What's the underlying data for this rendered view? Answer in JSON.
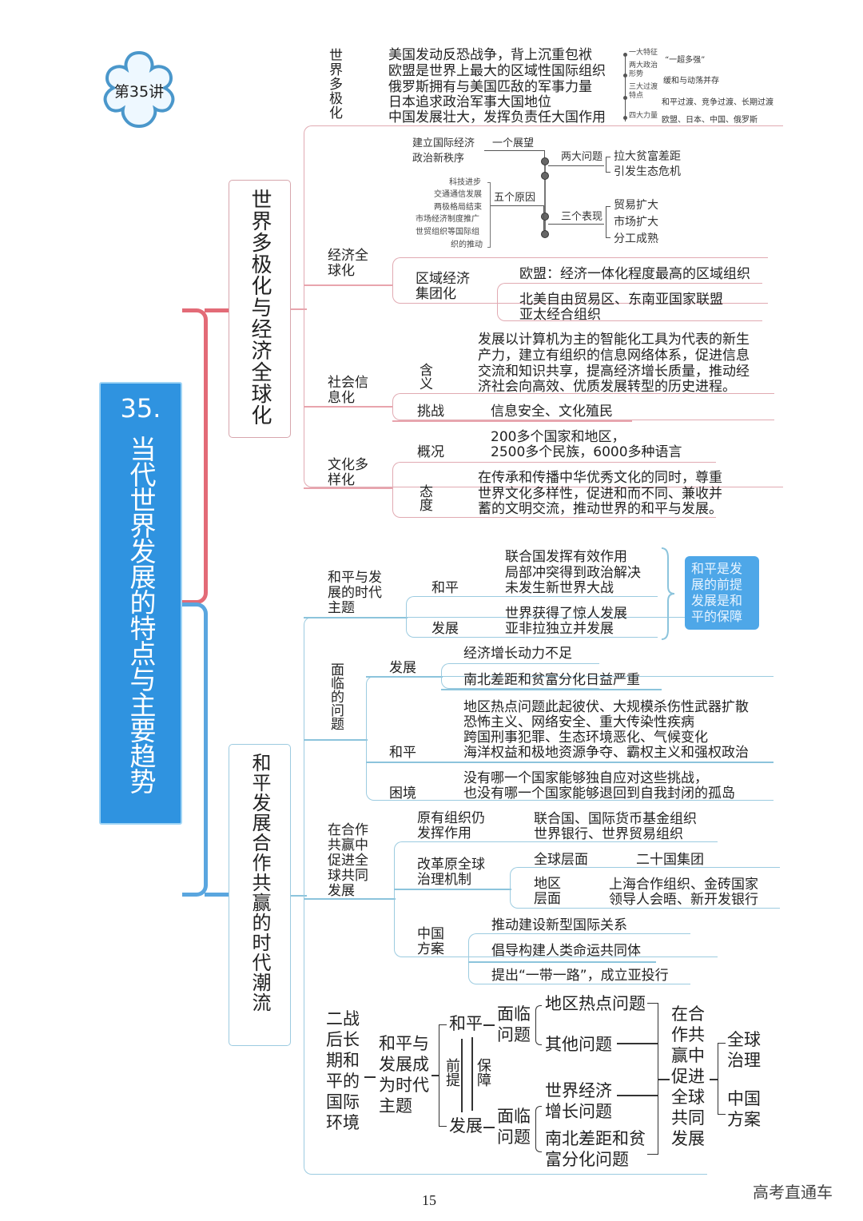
{
  "lecture_badge": "第35讲",
  "main_title": "35.当代世界发展的特点与主要趋势",
  "colors": {
    "title_bg": "#2f93e0",
    "branch1": "#e36b77",
    "branch2": "#5aa6df",
    "note_bg": "#4ea7e8"
  },
  "branch1": {
    "title": "世界多极化与经济全球化",
    "multipolar": {
      "label": "世界多极化",
      "items": [
        "美国发动反恐战争，背上沉重包袱",
        "欧盟是世界上最大的区域性国际组织",
        "俄罗斯拥有与美国匹敌的军事力量",
        "日本追求政治军事大国地位",
        "中国发展壮大，发挥负责任大国作用"
      ],
      "side": [
        {
          "k": "一大特征",
          "v": "“一超多强”"
        },
        {
          "k": "两大政治形势",
          "v": "缓和与动荡并存"
        },
        {
          "k": "三大过渡特点",
          "v": "和平过渡、竞争过渡、长期过渡"
        },
        {
          "k": "四大力量",
          "v": "欧盟、日本、中国、俄罗斯"
        }
      ]
    },
    "globalization": {
      "label": "经济全球化",
      "outlook_text": "建立国际经济政治新秩序",
      "outlook_label": "一个展望",
      "problems_label": "两大问题",
      "problems": [
        "拉大贫富差距",
        "引发生态危机"
      ],
      "reasons": [
        "科技进步",
        "交通通信发展",
        "两极格局结束",
        "市场经济制度推广",
        "世贸组织等国际组",
        "织的推动"
      ],
      "reasons_label": "五个原因",
      "manifest_label": "三个表现",
      "manifest": [
        "贸易扩大",
        "市场扩大",
        "分工成熟"
      ],
      "regional_label": "区域经济集团化",
      "regional": [
        "欧盟：经济一体化程度最高的区域组织",
        "北美自由贸易区、东南亚国家联盟",
        "亚太经合组织"
      ]
    },
    "informatization": {
      "label": "社会信息化",
      "meaning_label": "含义",
      "meaning": [
        "发展以计算机为主的智能化工具为代表的新生",
        "产力，建立有组织的信息网络体系，促进信息",
        "交流和知识共享，提高经济增长质量，推动经",
        "济社会向高效、优质发展转型的历史进程。"
      ],
      "challenge_label": "挑战",
      "challenge": "信息安全、文化殖民"
    },
    "culture": {
      "label": "文化多样化",
      "overview_label": "概况",
      "overview": [
        "200多个国家和地区，",
        "2500多个民族，6000多种语言"
      ],
      "attitude_label": "态度",
      "attitude": [
        "在传承和传播中华优秀文化的同时，尊重",
        "世界文化多样性，促进和而不同、兼收并",
        "蓄的文明交流，推动世界的和平与发展。"
      ]
    }
  },
  "branch2": {
    "title": "和平发展合作共赢的时代潮流",
    "theme": {
      "label": "和平与发展的时代主题",
      "peace_label": "和平",
      "peace": [
        "联合国发挥有效作用",
        "局部冲突得到政治解决",
        "未发生新世界大战"
      ],
      "dev_label": "发展",
      "dev": [
        "世界获得了惊人发展",
        "亚非拉独立并发展"
      ],
      "note": "和平是发展的前提发展是和平的保障"
    },
    "problems": {
      "label": "面临的问题",
      "dev_label": "发展",
      "dev": [
        "经济增长动力不足",
        "南北差距和贫富分化日益严重"
      ],
      "peace_label": "和平",
      "peace": [
        "地区热点问题此起彼伏、大规模杀伤性武器扩散",
        "恐怖主义、网络安全、重大传染性疾病",
        "跨国刑事犯罪、生态环境恶化、气候变化",
        "海洋权益和极地资源争夺、霸权主义和强权政治"
      ],
      "dilemma_label": "困境",
      "dilemma": [
        "没有哪一个国家能够独自应对这些挑战，",
        "也没有哪一个国家能够退回到自我封闭的孤岛"
      ]
    },
    "cooperation": {
      "label": "在合作共赢中促进全球共同发展",
      "orig_label": "原有组织仍发挥作用",
      "orig": [
        "联合国、国际货币基金组织",
        "世界银行、世界贸易组织"
      ],
      "reform_label": "改革原全球治理机制",
      "global_label": "全球层面",
      "global": "二十国集团",
      "region_label": "地区层面",
      "region": [
        "上海合作组织、金砖国家",
        "领导人会晤、新开发银行"
      ],
      "china_label": "中国方案",
      "china": [
        "推动建设新型国际关系",
        "倡导构建人类命运共同体",
        "提出“一带一路”，成立亚投行"
      ]
    },
    "flow": {
      "start": "二战后长期和平的国际环境",
      "theme": "和平与发展成为时代主题",
      "peace": "和平",
      "dev": "发展",
      "premise": "前提",
      "guarantee": "保障",
      "face1": "面临问题",
      "face2": "面临问题",
      "p1": "地区热点问题",
      "p2": "其他问题",
      "d1": "世界经济增长问题",
      "d2": "南北差距和贫富分化问题",
      "coop": "在合作共赢中促进全球共同发展",
      "gov": "全球治理",
      "china": "中国方案"
    }
  },
  "footer": {
    "page": "15",
    "watermark": "高考直通车"
  }
}
